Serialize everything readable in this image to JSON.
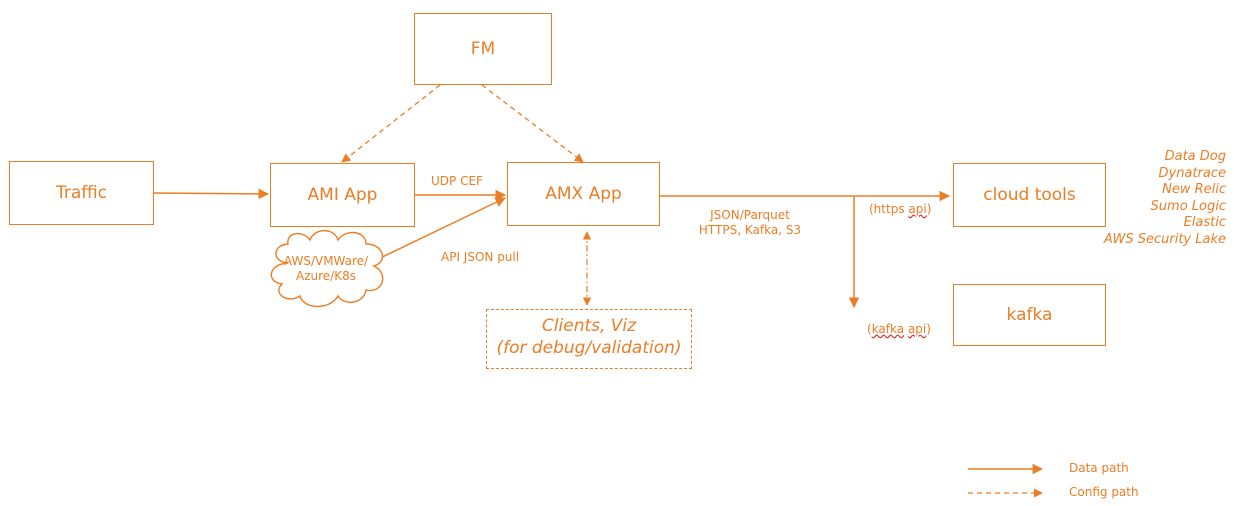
{
  "colors": {
    "accent": "#EB7D24"
  },
  "nodes": {
    "fm": "FM",
    "traffic": "Traffic",
    "ami_app": "AMI App",
    "amx_app": "AMX App",
    "cloud_tools": "cloud tools",
    "kafka": "kafka",
    "cloud_source": [
      "AWS/VMWare/",
      "Azure/K8s"
    ],
    "clients": [
      "Clients, Viz",
      "(for debug/validation)"
    ]
  },
  "edge_labels": {
    "udp_cef": "UDP CEF",
    "api_json_pull": "API JSON pull",
    "output_formats": [
      "JSON/Parquet",
      "HTTPS, Kafka, S3"
    ],
    "https_api": {
      "prefix": "(https ",
      "word": "api",
      "suffix": ")"
    },
    "kafka_api": {
      "prefix": "(",
      "word1": "kafka",
      "mid": " ",
      "word2": "api",
      "suffix": ")"
    }
  },
  "cloud_vendors": [
    "Data Dog",
    "Dynatrace",
    "New Relic",
    "Sumo Logic",
    "Elastic",
    "AWS Security Lake"
  ],
  "legend": {
    "data_path": "Data path",
    "config_path": "Config path"
  }
}
